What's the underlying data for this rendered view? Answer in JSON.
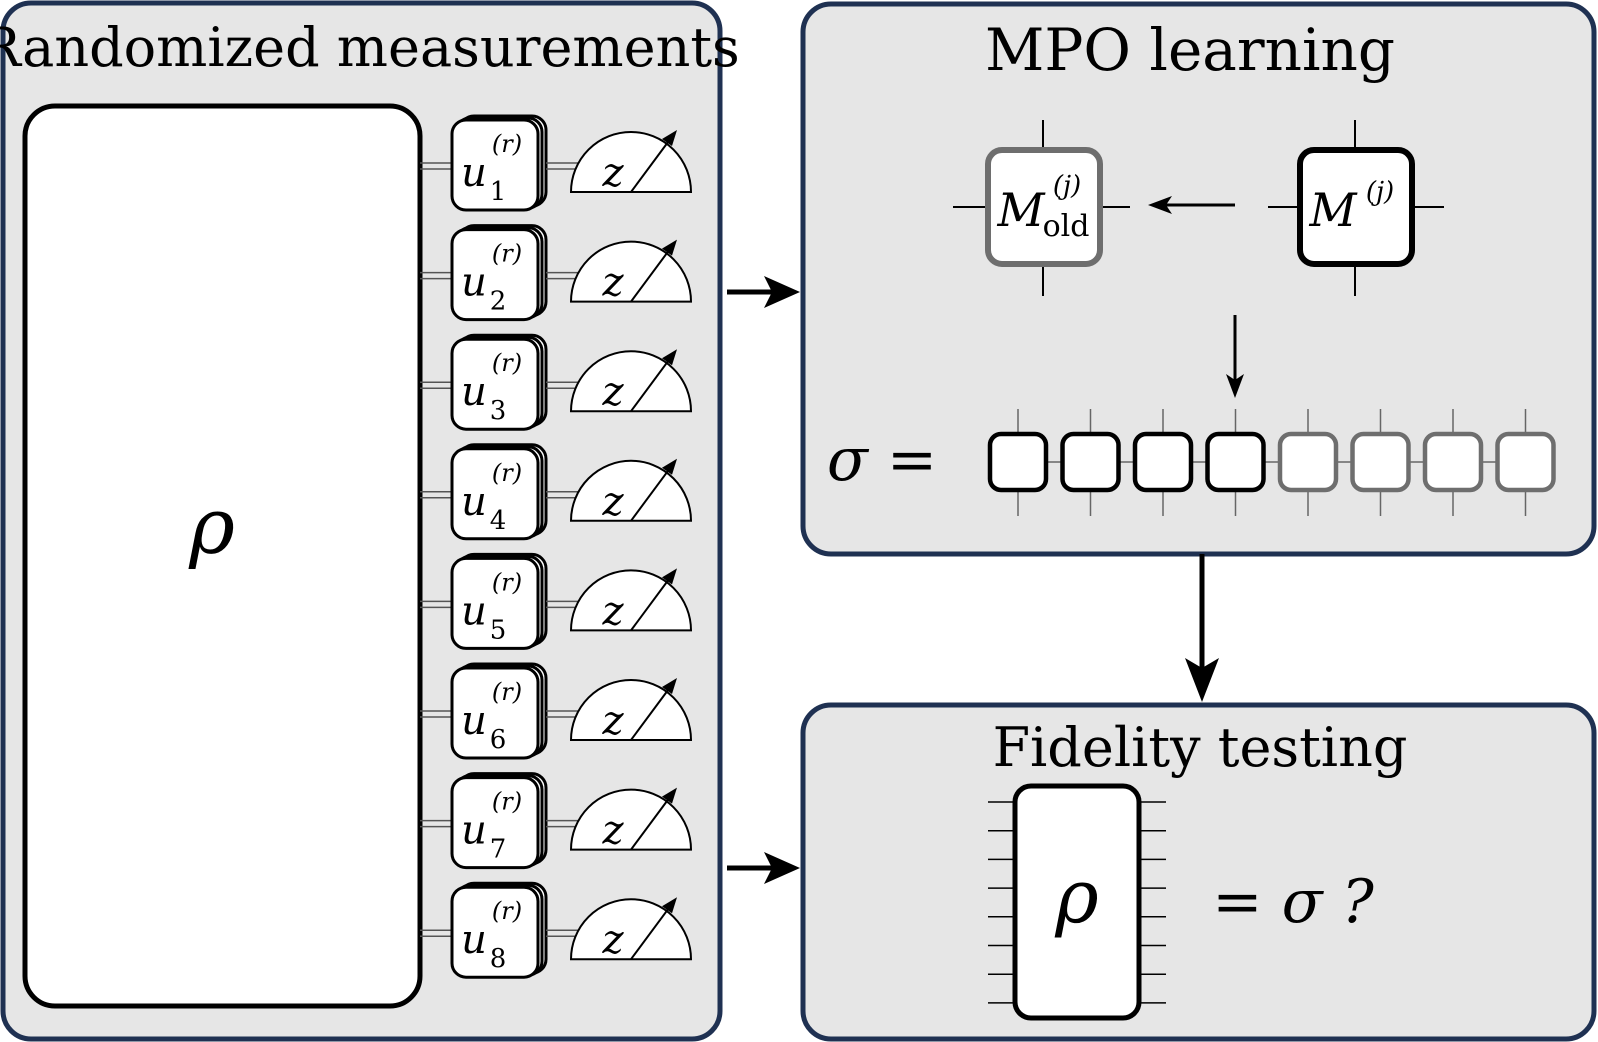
{
  "panels": {
    "randomized": {
      "title": "Randomized measurements",
      "rho": "ρ"
    },
    "mpo": {
      "title": "MPO learning",
      "m_old": "M",
      "m_old_sup": "(j)",
      "m_old_sub": "old",
      "m_new": "M",
      "m_new_sup": "(j)",
      "sigma_label": "σ ="
    },
    "fidelity": {
      "title": "Fidelity testing",
      "rho": "ρ",
      "question": "= σ ?"
    }
  },
  "unitaries": [
    {
      "base": "u",
      "sup": "(r)",
      "sub": "1"
    },
    {
      "base": "u",
      "sup": "(r)",
      "sub": "2"
    },
    {
      "base": "u",
      "sup": "(r)",
      "sub": "3"
    },
    {
      "base": "u",
      "sup": "(r)",
      "sub": "4"
    },
    {
      "base": "u",
      "sup": "(r)",
      "sub": "5"
    },
    {
      "base": "u",
      "sup": "(r)",
      "sub": "6"
    },
    {
      "base": "u",
      "sup": "(r)",
      "sub": "7"
    },
    {
      "base": "u",
      "sup": "(r)",
      "sub": "8"
    }
  ],
  "meter_label": "z",
  "mps_tensors": [
    {
      "state": "learned"
    },
    {
      "state": "learned"
    },
    {
      "state": "learned"
    },
    {
      "state": "learned"
    },
    {
      "state": "pending"
    },
    {
      "state": "pending"
    },
    {
      "state": "pending"
    },
    {
      "state": "pending"
    }
  ],
  "colors": {
    "panel_fill": "#e6e6e6",
    "panel_border": "#1f3152",
    "learned_border": "#000000",
    "pending_border": "#6e6e6e"
  }
}
